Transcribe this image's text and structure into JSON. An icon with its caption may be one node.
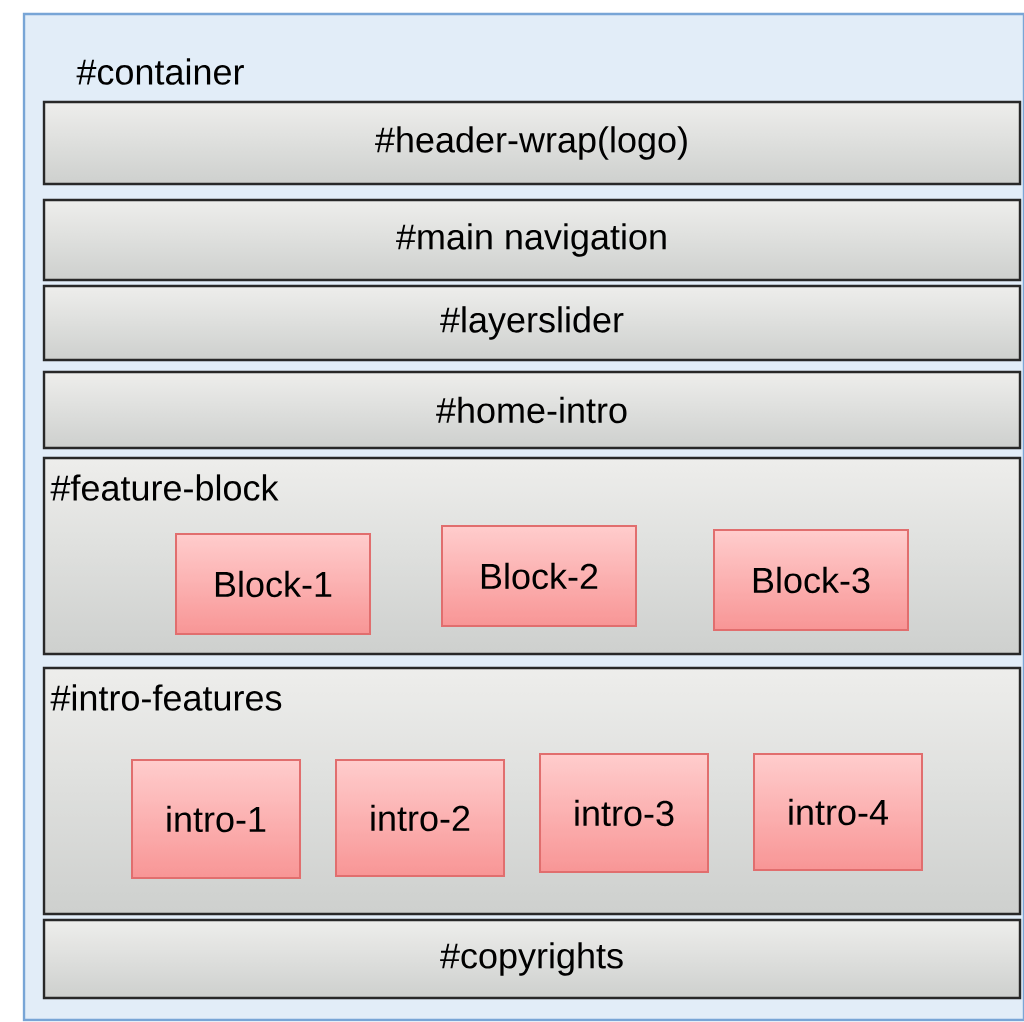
{
  "diagram": {
    "nodes": [
      {
        "text": [
          "#container"
        ]
      },
      {
        "text": [
          "#header-wrap(logo)"
        ],
        "in": 0
      },
      {
        "text": [
          "#main navigation"
        ],
        "in": 0
      },
      {
        "text": [
          "#layerslider"
        ],
        "in": 0
      },
      {
        "text": [
          "#home-intro"
        ],
        "in": 0
      },
      {
        "text": [
          "#feature-block"
        ],
        "in": 0
      },
      {
        "text": [
          "Block-1"
        ],
        "in": 5
      },
      {
        "text": [
          "Block-2"
        ],
        "in": 5
      },
      {
        "text": [
          "Block-3"
        ],
        "in": 5
      },
      {
        "text": [
          "#intro-features"
        ],
        "in": 0
      },
      {
        "text": [
          "intro-1"
        ],
        "in": 9
      },
      {
        "text": [
          "intro-2"
        ],
        "in": 9
      },
      {
        "text": [
          "intro-3"
        ],
        "in": 9
      },
      {
        "text": [
          "intro-4"
        ],
        "in": 9
      },
      {
        "text": [
          "#copyrights"
        ],
        "in": 0
      }
    ]
  }
}
